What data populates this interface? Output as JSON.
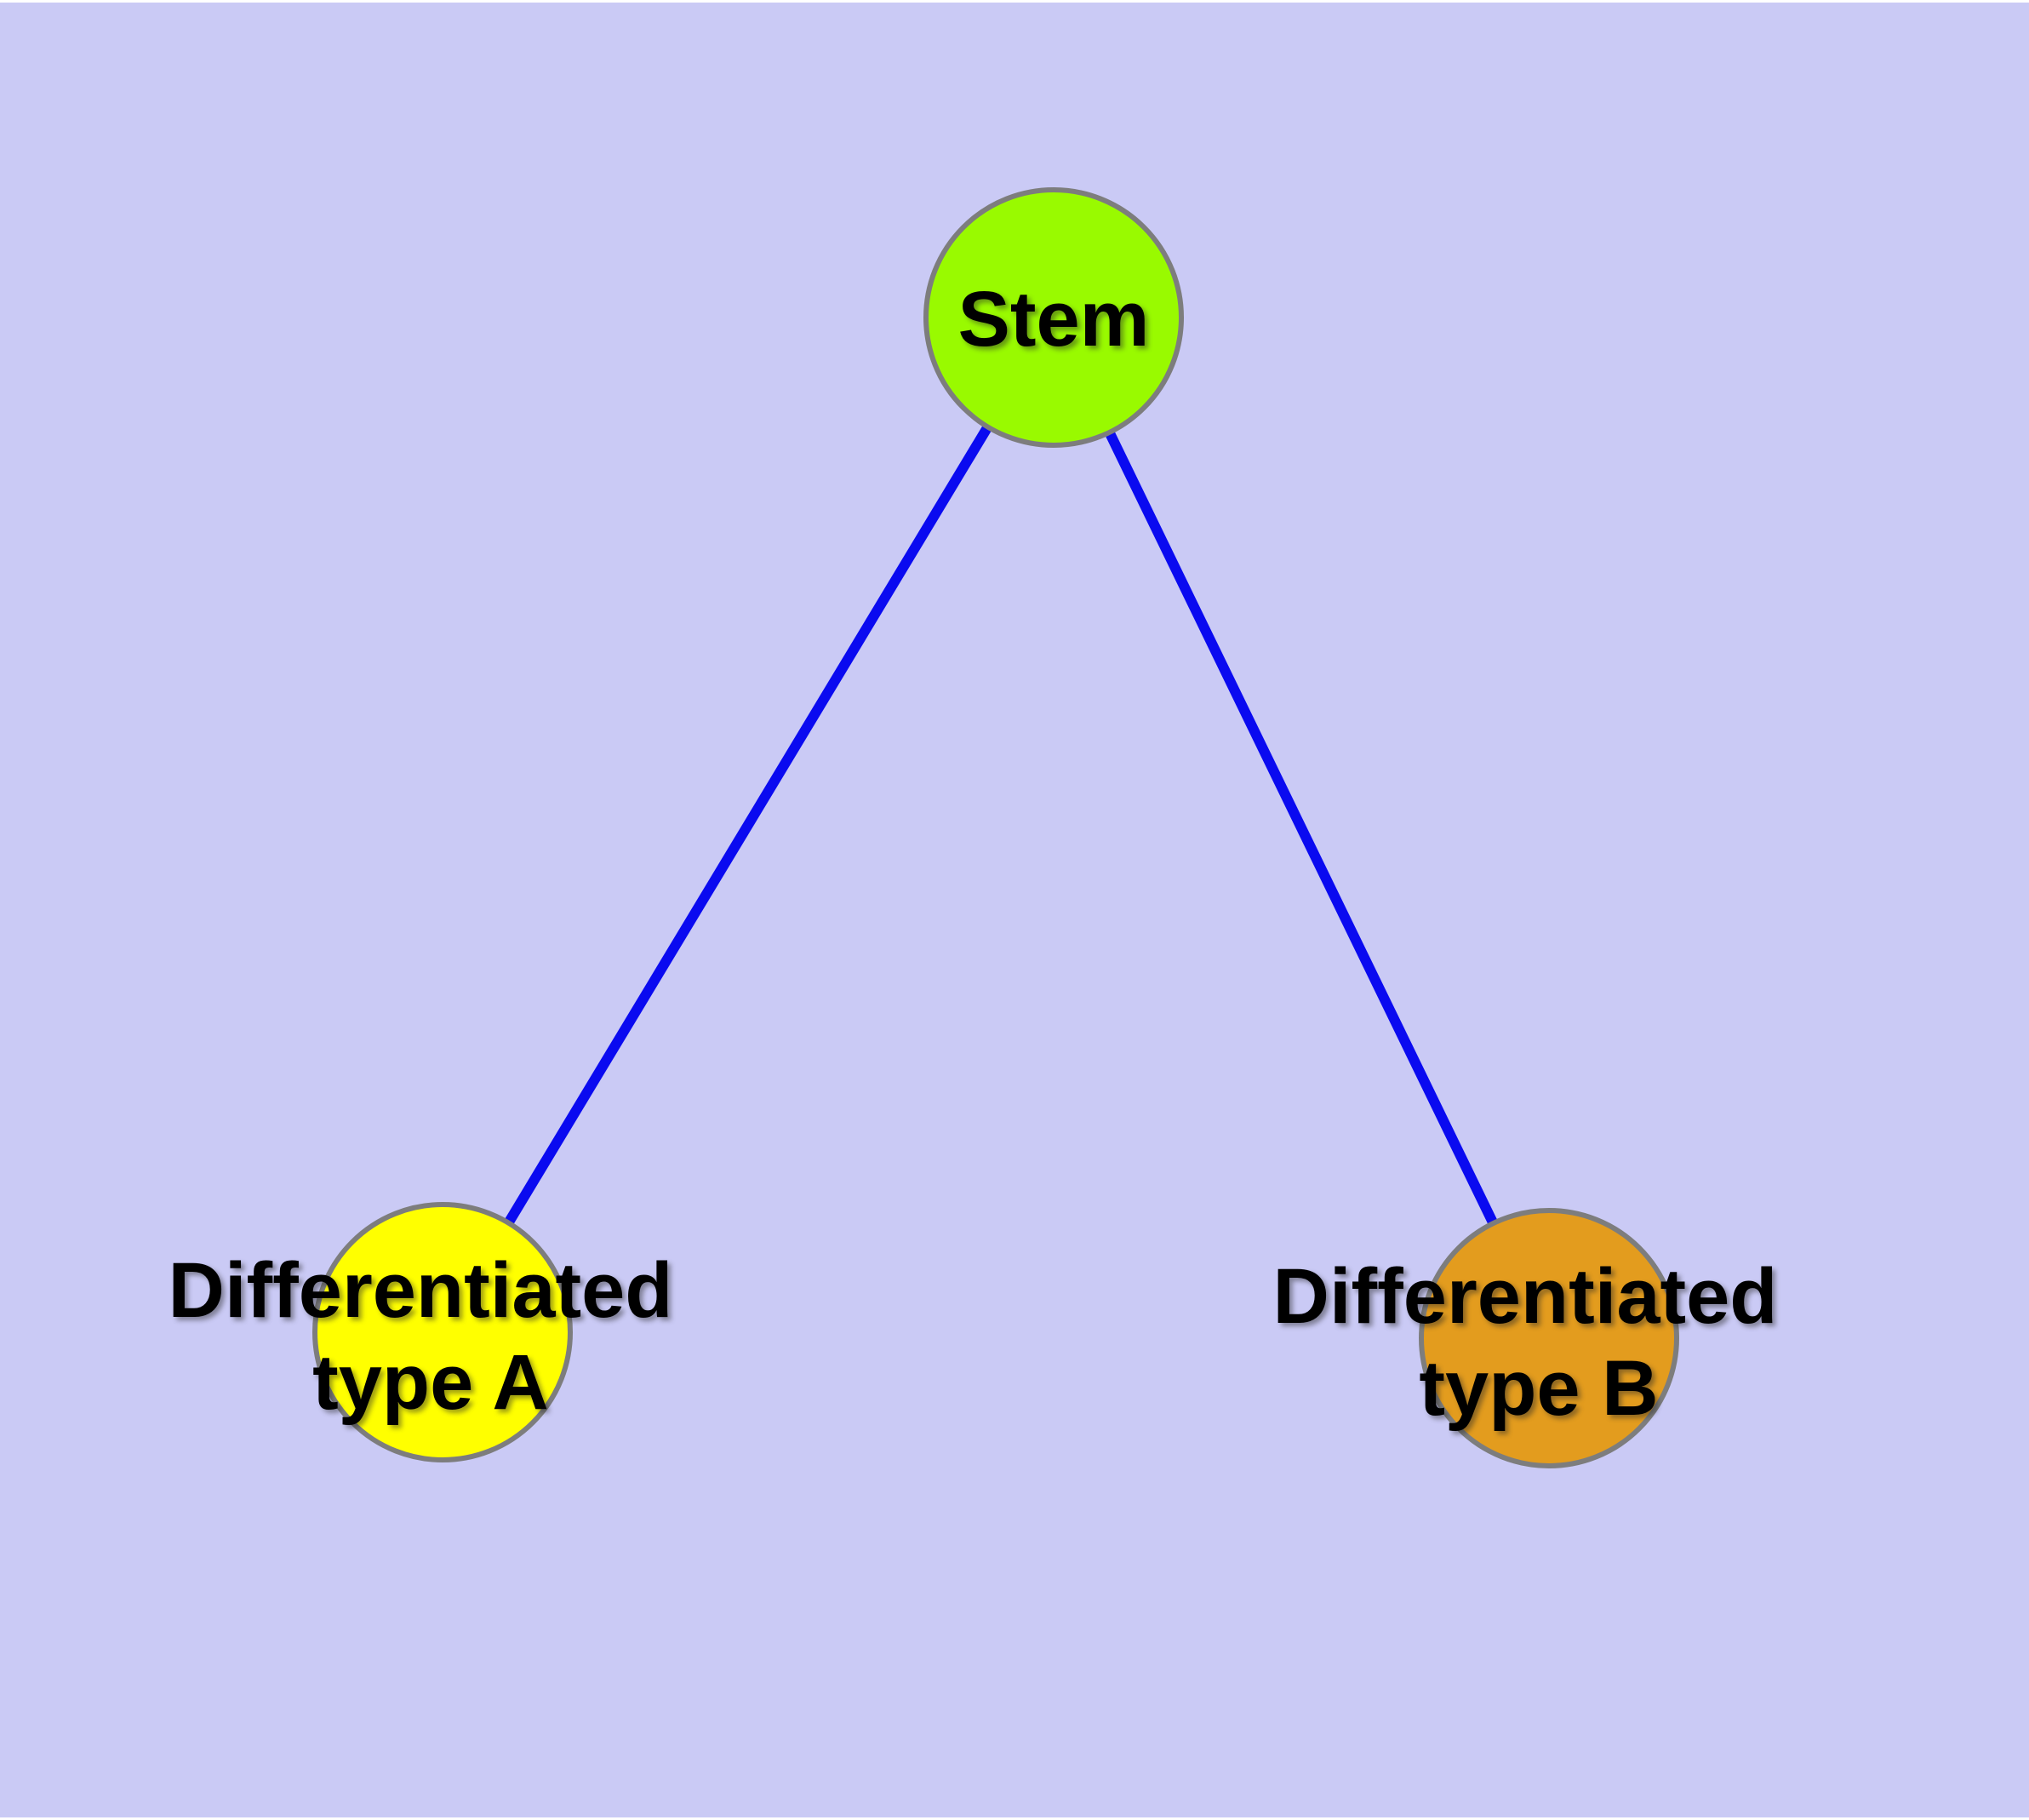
{
  "diagram": {
    "type": "node-link-graph",
    "background_color": "#cacaf5",
    "frame_color": "#ffffff",
    "node_border_color": "#7d7d7d",
    "label_text_color": "#000000",
    "nodes": [
      {
        "id": "stem",
        "label": "Stem",
        "fill": "#99fa00"
      },
      {
        "id": "differentiated-type-a",
        "label_line1": "Differentiated",
        "label_line2": "type A",
        "fill": "#ffff00"
      },
      {
        "id": "differentiated-type-b",
        "label_line1": "Differentiated",
        "label_line2": "type B",
        "fill": "#e39c1e"
      }
    ],
    "edges": [
      {
        "from": "stem",
        "to": "differentiated-type-a",
        "color": "#0a0af0"
      },
      {
        "from": "stem",
        "to": "differentiated-type-b",
        "color": "#0a0af0"
      }
    ]
  }
}
